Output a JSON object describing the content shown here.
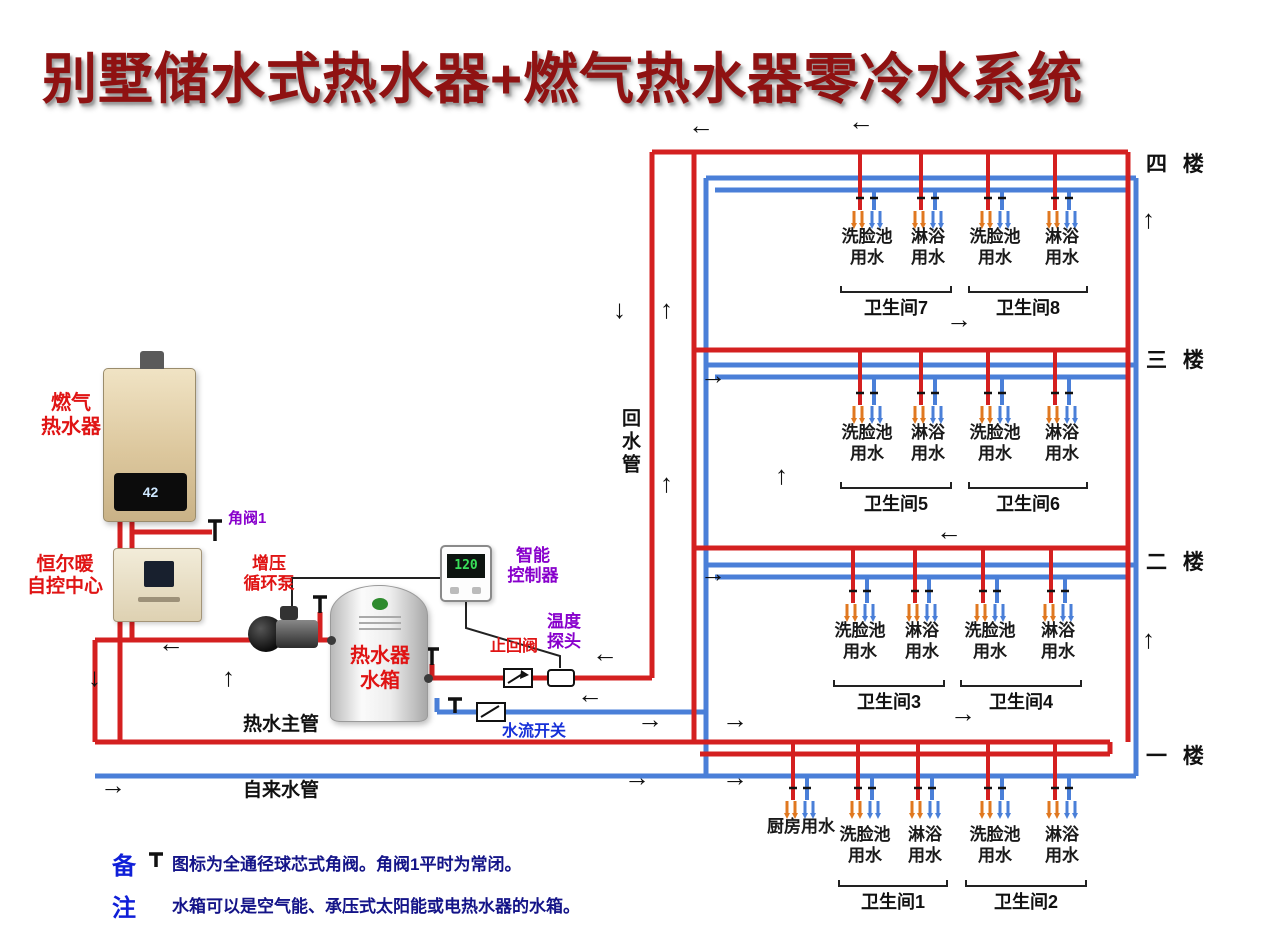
{
  "title": "别墅储水式热水器+燃气热水器零冷水系统",
  "icons": {
    "arrow_up": "↑",
    "arrow_down": "↓",
    "arrow_left": "←",
    "arrow_right": "→"
  },
  "left_panel": {
    "gas_heater_label_1": "燃气",
    "gas_heater_label_2": "热水器",
    "gas_heater_display": "42",
    "control_center_label_1": "恒尔暖",
    "control_center_label_2": "自控中心",
    "angle_valve_label": "角阀1",
    "pump_label_1": "增压",
    "pump_label_2": "循环泵",
    "tank_label_1": "热水器",
    "tank_label_2": "水箱",
    "controller_label_1": "智能",
    "controller_label_2": "控制器",
    "controller_display": "120",
    "probe_label_1": "温度",
    "probe_label_2": "探头",
    "check_valve_label": "止回阀",
    "flow_switch_label": "水流开关"
  },
  "pipes": {
    "hot_main_label": "热水主管",
    "tap_water_label": "自来水管",
    "return_pipe_label": "回水管"
  },
  "floors": [
    {
      "label": "四 楼",
      "bathrooms": [
        {
          "name": "卫生间7",
          "fixtures": [
            {
              "l1": "洗脸池",
              "l2": "用水"
            },
            {
              "l1": "淋浴",
              "l2": "用水"
            }
          ]
        },
        {
          "name": "卫生间8",
          "fixtures": [
            {
              "l1": "洗脸池",
              "l2": "用水"
            },
            {
              "l1": "淋浴",
              "l2": "用水"
            }
          ]
        }
      ]
    },
    {
      "label": "三 楼",
      "bathrooms": [
        {
          "name": "卫生间5",
          "fixtures": [
            {
              "l1": "洗脸池",
              "l2": "用水"
            },
            {
              "l1": "淋浴",
              "l2": "用水"
            }
          ]
        },
        {
          "name": "卫生间6",
          "fixtures": [
            {
              "l1": "洗脸池",
              "l2": "用水"
            },
            {
              "l1": "淋浴",
              "l2": "用水"
            }
          ]
        }
      ]
    },
    {
      "label": "二 楼",
      "bathrooms": [
        {
          "name": "卫生间3",
          "fixtures": [
            {
              "l1": "洗脸池",
              "l2": "用水"
            },
            {
              "l1": "淋浴",
              "l2": "用水"
            }
          ]
        },
        {
          "name": "卫生间4",
          "fixtures": [
            {
              "l1": "洗脸池",
              "l2": "用水"
            },
            {
              "l1": "淋浴",
              "l2": "用水"
            }
          ]
        }
      ]
    },
    {
      "label": "一 楼",
      "kitchen": {
        "l1": "厨房用水"
      },
      "bathrooms": [
        {
          "name": "卫生间1",
          "fixtures": [
            {
              "l1": "洗脸池",
              "l2": "用水"
            },
            {
              "l1": "淋浴",
              "l2": "用水"
            }
          ]
        },
        {
          "name": "卫生间2",
          "fixtures": [
            {
              "l1": "洗脸池",
              "l2": "用水"
            },
            {
              "l1": "淋浴",
              "l2": "用水"
            }
          ]
        }
      ]
    }
  ],
  "notes": {
    "label_1": "备",
    "label_2": "注",
    "line1": "图标为全通径球芯式角阀。角阀1平时为常闭。",
    "line2": "水箱可以是空气能、承压式太阳能或电热水器的水箱。"
  },
  "colors": {
    "hot": "#d42020",
    "cold": "#4a7fd8",
    "stub_hot": "#e07820",
    "title": "#8f1212"
  }
}
